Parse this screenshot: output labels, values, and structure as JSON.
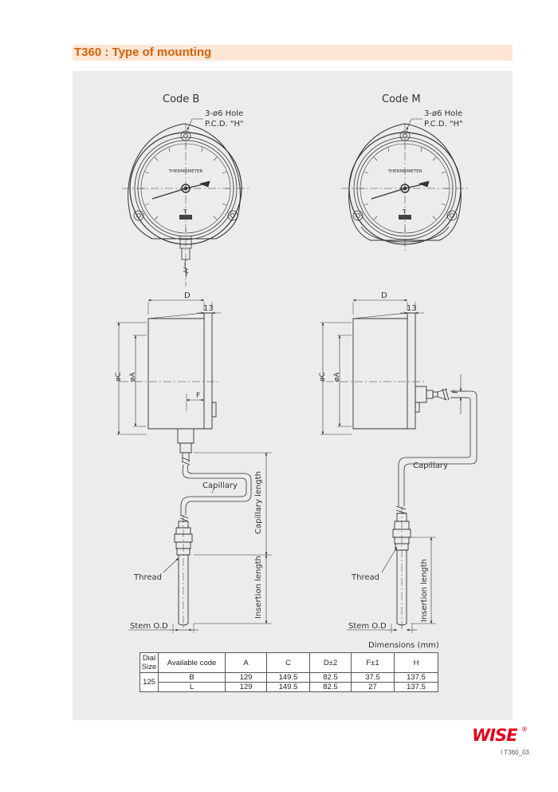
{
  "header": {
    "title": "T360 : Type of mounting"
  },
  "drawing": {
    "code_b": "Code B",
    "code_m": "Code M",
    "hole_note": "3-ø6 Hole",
    "pcd_note": "P.C.D. \"H\"",
    "dial_label": "THERMOMETER",
    "dim_d": "D",
    "dim_13": "13",
    "dim_f": "F",
    "dim_oc": "øC",
    "dim_oa": "øA",
    "capillary": "Capillary",
    "capillary_length": "Capillary length",
    "insertion_length": "Insertion length",
    "thread": "Thread",
    "stem_od": "Stem O.D",
    "dimensions_unit": "Dimensions (mm)"
  },
  "table": {
    "headers": [
      "Dial Size",
      "Available code",
      "A",
      "C",
      "D±2",
      "F±1",
      "H"
    ],
    "dial_size": "125",
    "rows": [
      {
        "code": "B",
        "a": "129",
        "c": "149.5",
        "d": "82.5",
        "f": "37.5",
        "h": "137.5"
      },
      {
        "code": "L",
        "a": "129",
        "c": "149.5",
        "d": "82.5",
        "f": "27",
        "h": "137.5"
      }
    ]
  },
  "footer": {
    "logo": "WISE",
    "registered": "®",
    "page_code": "I  T360_03"
  },
  "colors": {
    "accent": "#d5620e",
    "title_band": "#fde6d4",
    "logo_red": "#e3001b",
    "panel": "#ececec"
  }
}
